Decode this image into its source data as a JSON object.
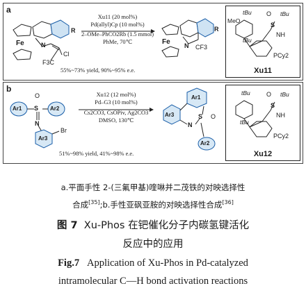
{
  "panel_a": {
    "label": "a",
    "reactant_atoms": {
      "fe": "Fe",
      "n": "N",
      "r": "R",
      "cl": "Cl",
      "cf3": "F3C"
    },
    "conditions": [
      "Xu11 (20 mol%)",
      "Pd(allyl)Cp (10 mol%)",
      "2–OMe–PhCO2Rb (1.5 mmol)",
      "PhMe, 70℃"
    ],
    "result": "55%~73% yield, 90%~95% e.e.",
    "product_atoms": {
      "fe": "Fe",
      "n": "N",
      "r": "R",
      "cf3": "CF3"
    },
    "ligand": {
      "name": "Xu11",
      "atoms": [
        "MeO",
        "tBu",
        "tBu",
        "S",
        "O",
        "tBu",
        "NH",
        "PCy2"
      ]
    }
  },
  "panel_b": {
    "label": "b",
    "reactant_atoms": {
      "s": "S",
      "o": "O",
      "n": "N",
      "ar1": "Ar1",
      "ar2": "Ar2",
      "ar3": "Ar3",
      "br": "Br"
    },
    "conditions": [
      "Xu12 (12 mol%)",
      "Pd–G3 (10 mol%)",
      "Cs2CO3, CsOPiv, Ag2CO3",
      "DMSO, 130℃"
    ],
    "result": "51%~98% yield, 41%~98% e.e.",
    "product_atoms": {
      "s": "S",
      "o": "O",
      "n": "N",
      "ar1": "Ar1",
      "ar2": "Ar2",
      "ar3": "Ar3"
    },
    "ligand": {
      "name": "Xu12",
      "atoms": [
        "tBu",
        "tBu",
        "S",
        "O",
        "tBu",
        "NH",
        "PCy2"
      ]
    }
  },
  "caption": {
    "cn_line1": "a.平面手性 2-(三氟甲基)喹啉并二茂铁的对映选择性",
    "cn_line2_a": "合成",
    "ref1": "[35]",
    "cn_line2_b": ";b.手性亚砜亚胺的对映选择性合成",
    "ref2": "[36]",
    "fig_label_cn": "图 7",
    "fig_title_cn_1": "Xu-Phos 在钯催化分子内碳氢键活化",
    "fig_title_cn_2": "反应中的应用",
    "fig_label_en": "Fig.7",
    "fig_title_en_1": "Application of Xu-Phos in Pd-catalyzed",
    "fig_title_en_2": "intramolecular C—H bond activation reactions"
  }
}
